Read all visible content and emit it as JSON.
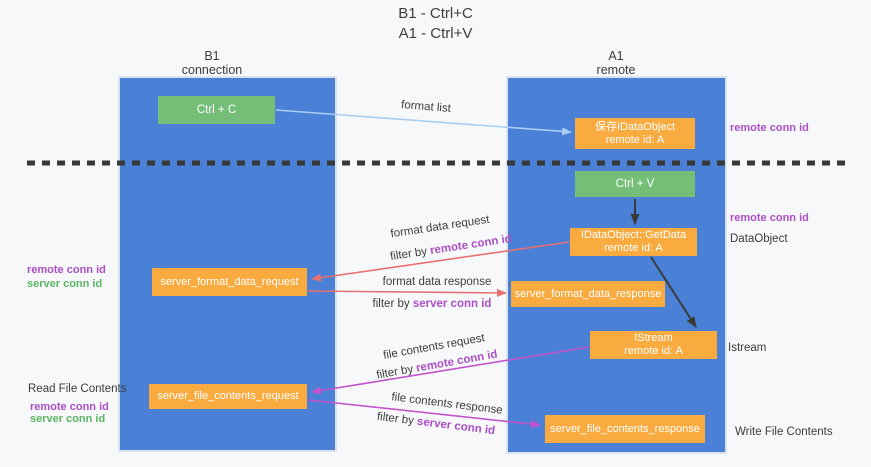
{
  "title": {
    "line1": "B1 - Ctrl+C",
    "line2": "A1 - Ctrl+V"
  },
  "lanes": {
    "left": {
      "title": "B1",
      "subtitle": "connection"
    },
    "right": {
      "title": "A1",
      "subtitle": "remote"
    }
  },
  "boxes": {
    "ctrl_c": {
      "label": "Ctrl + C"
    },
    "ctrl_v": {
      "label": "Ctrl + V"
    },
    "save_idataobject": {
      "line1": "保存IDataObject",
      "line2": "remote id: A"
    },
    "getdata": {
      "line1": "IDataObject::GetData",
      "line2": "remote id: A"
    },
    "istream": {
      "line1": "IStream",
      "line2": "remote id: A"
    },
    "format_request": {
      "label": "server_format_data_request"
    },
    "format_response": {
      "label": "server_format_data_response"
    },
    "file_request": {
      "label": "server_file_contents_request"
    },
    "file_response": {
      "label": "server_file_contents_response"
    }
  },
  "flow_labels": {
    "format_list": "format list",
    "format_data_request": "format data request",
    "format_data_response": "format data response",
    "file_contents_request": "file contents request",
    "file_contents_response": "file contents response",
    "filter_by": "filter by ",
    "remote_conn_id": "remote conn id",
    "server_conn_id": "server conn id"
  },
  "annotations": {
    "right_remote_conn_id_top": "remote conn id",
    "right_remote_conn_id_mid": "remote conn id",
    "dataobject": "DataObject",
    "istream": "Istream",
    "write_file_contents": "Write File Contents",
    "left_remote_conn_id_1": "remote conn id",
    "left_server_conn_id_1": "server conn id",
    "read_file_contents": "Read File Contents",
    "left_remote_conn_id_2": "remote conn id",
    "left_server_conn_id_2": "server conn id"
  },
  "colors": {
    "lane_blue": "#4a80d6",
    "box_orange": "#f9ab40",
    "box_green": "#74be78",
    "purple_label": "#ab4fc6",
    "green_label": "#5bb563",
    "red_arrow": "#e87070",
    "magenta_arrow": "#c553cb",
    "light_blue_arrow": "#a9cef2",
    "black_arrow": "#3a3a3a",
    "background": "#f7f8f9"
  }
}
